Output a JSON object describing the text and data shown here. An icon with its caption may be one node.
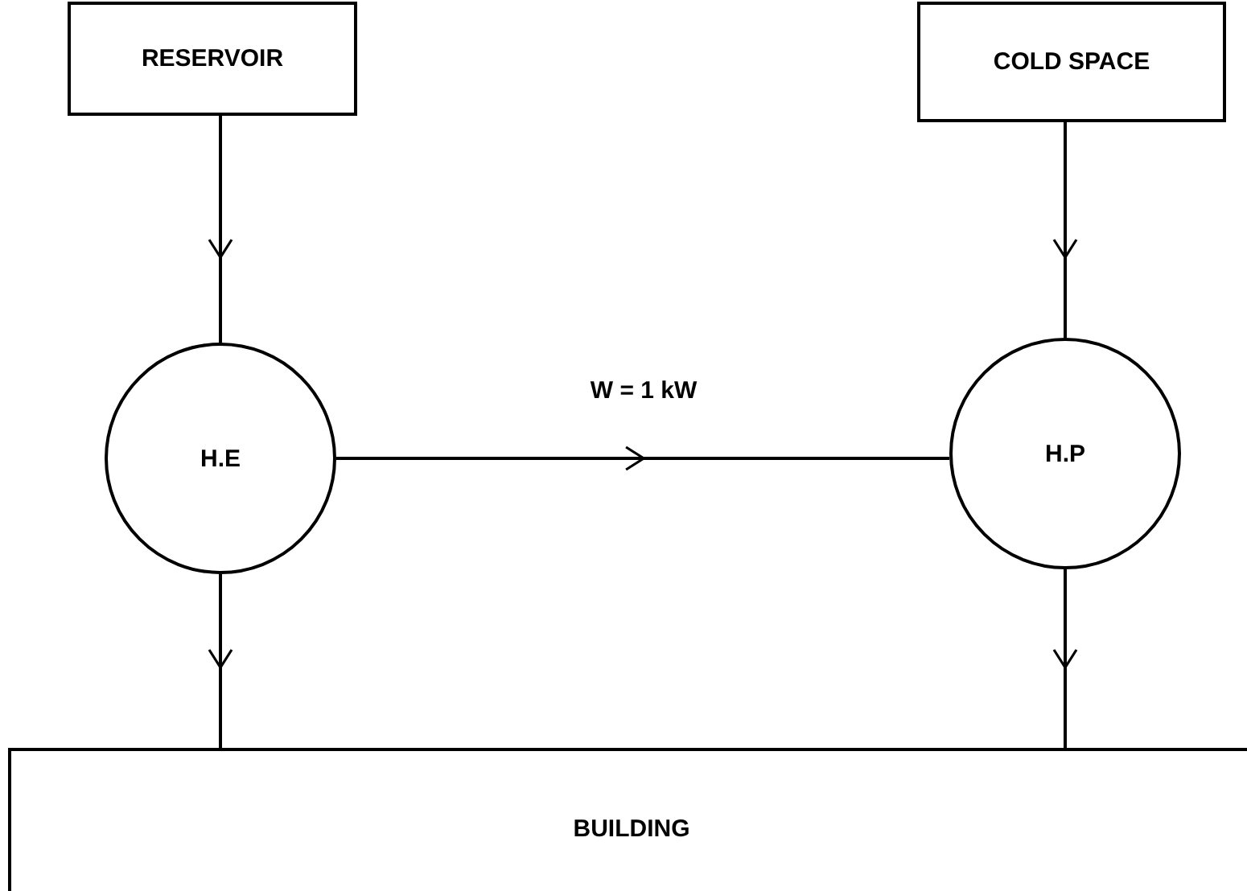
{
  "diagram": {
    "nodes": [
      {
        "text": [
          "RESERVOIR"
        ]
      },
      {
        "text": [
          "COLD SPACE"
        ]
      },
      {
        "text": [
          "H.E"
        ]
      },
      {
        "text": [
          "H.P"
        ]
      },
      {
        "text": [
          "BUILDING"
        ]
      }
    ],
    "edges": [
      {
        "from": 0,
        "to": 2,
        "arrow": "to"
      },
      {
        "from": 1,
        "to": 3,
        "arrow": "to"
      },
      {
        "from": 2,
        "to": 3,
        "arrow": "to",
        "label": "W = 1 kW"
      },
      {
        "from": 2,
        "to": 4,
        "arrow": "to"
      },
      {
        "from": 3,
        "to": 4,
        "arrow": "to"
      }
    ]
  }
}
